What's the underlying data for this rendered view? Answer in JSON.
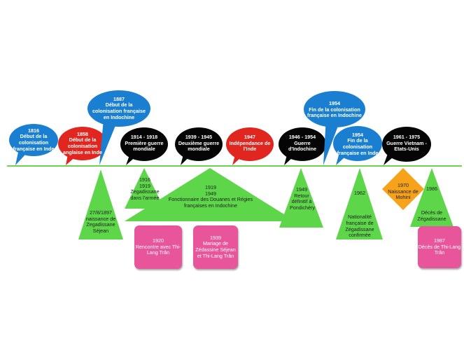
{
  "colors": {
    "blue": "#1b7fd1",
    "red": "#e0261f",
    "black": "#050505",
    "green": "#5dd64a",
    "line": "#6ed24f",
    "pink": "#e8559a",
    "orange": "#f7a21b"
  },
  "bubbles": [
    {
      "text": "1816\nDébut de la colonisation française en Inde",
      "color": "blue"
    },
    {
      "text": "1858\nDébut de la colonisation anglaise en Inde",
      "color": "red"
    },
    {
      "text": "1887\nDébut de la colonisation française en Indochine",
      "color": "blue"
    },
    {
      "text": "1914 - 1918\nPremière guerre mondiale",
      "color": "black"
    },
    {
      "text": "1939 - 1945\nDeuxième guerre mondiale",
      "color": "black"
    },
    {
      "text": "1947\nIndépendance de l'Inde",
      "color": "red"
    },
    {
      "text": "1946 - 1954\nGuerre d'Indochine",
      "color": "black"
    },
    {
      "text": "1954\nFin de la colonisation française en Indochine",
      "color": "blue"
    },
    {
      "text": "1954\nFin de la colonisation française en Inde",
      "color": "blue"
    },
    {
      "text": "1961 - 1975\nGuerre Vietnam - Etats-Unis",
      "color": "black"
    }
  ],
  "triangles": [
    {
      "text": "27/8/1897\nnaissance de Zegadissane Séjean"
    },
    {
      "text": "1916\n1919\nZegadissane dans l'armée"
    },
    {
      "text": "1919\n1949\nFonctionnaire des Douanes et Régies françaises en Indochine"
    },
    {
      "text": "1949\nRetour définitif à Pondichéry"
    },
    {
      "text": "1962\n\n\n\nNationalité française de Zégadissane confirmée"
    },
    {
      "text": "1986\n\n\n\nDécès de Zégadissane"
    }
  ],
  "pink_boxes": [
    {
      "text": "1920\nRencontre avec Thi-Lang Trân"
    },
    {
      "text": "1939\nMariage de Zédassine Séjean et Thi-Lang Trân"
    },
    {
      "text": "1987\nDécès de Thi-Lang Trân"
    }
  ],
  "diamond": {
    "text": "1970\nNaissance de Mohini"
  }
}
